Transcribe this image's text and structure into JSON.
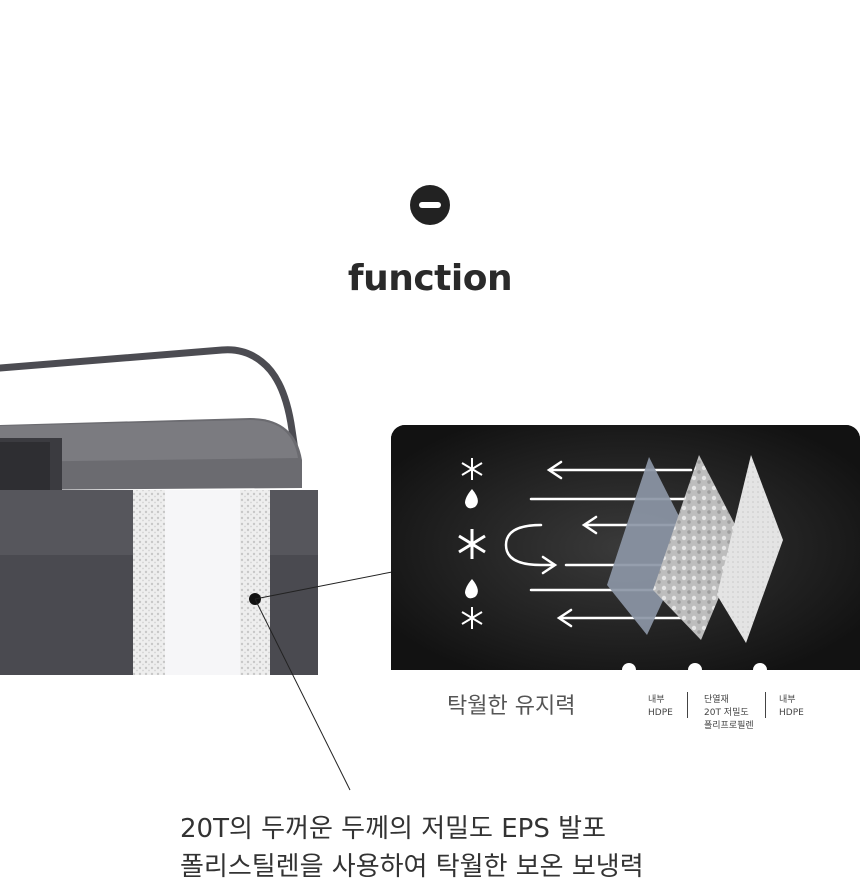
{
  "section": {
    "icon": "minus-circle-icon",
    "title": "function"
  },
  "panel": {
    "caption": "탁월한 유지력",
    "icons": [
      "snowflake-icon",
      "water-drop-icon",
      "snowflake-icon",
      "water-drop-icon",
      "snowflake-icon"
    ],
    "layers": [
      {
        "line1": "내부",
        "line2": "HDPE",
        "line3": ""
      },
      {
        "line1": "단열재",
        "line2": "20T 저밀도",
        "line3": "폴리프로필렌"
      },
      {
        "line1": "내부",
        "line2": "HDPE",
        "line3": ""
      }
    ]
  },
  "description": {
    "line1": "20T의 두꺼운 두께의 저밀도 EPS 발포",
    "line2": "폴리스틸렌을 사용하여 탁월한 보온 보냉력"
  },
  "colors": {
    "panel_bg": "#151515",
    "cooler_body": "#4a4a50",
    "cooler_lid": "#6b6b70",
    "layer_hdpe": "#8c96a6",
    "layer_foam": "#d9d9d9"
  }
}
